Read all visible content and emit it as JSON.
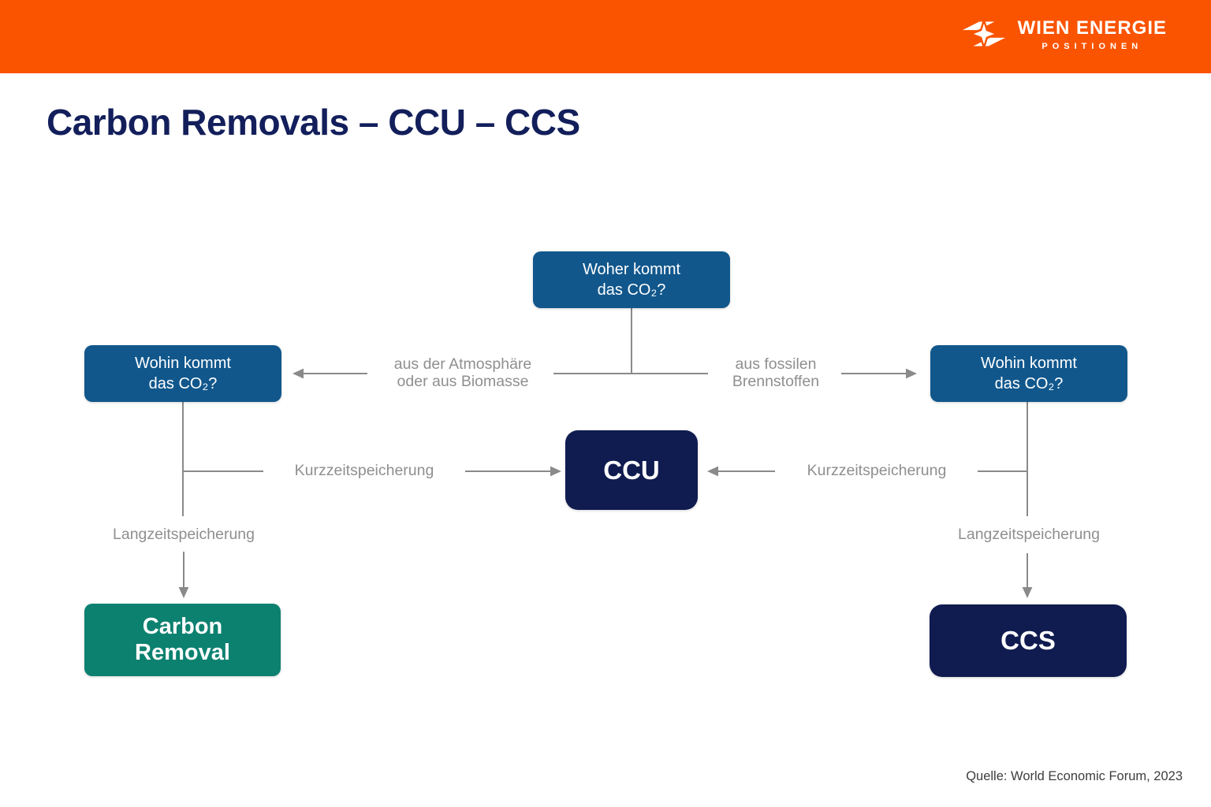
{
  "header": {
    "brand": "WIEN ENERGIE",
    "brand_sub": "POSITIONEN",
    "bg_color": "#FA5400"
  },
  "page": {
    "title": "Carbon Removals – CCU – CCS",
    "title_color": "#131F5B",
    "source": "Quelle: World Economic Forum, 2023"
  },
  "diagram": {
    "colors": {
      "question_box": "#11578C",
      "navy_box": "#101C50",
      "teal_box": "#0C8170",
      "connector_gray": "#8A8A8A",
      "label_gray": "#8F8F8F"
    },
    "nodes": {
      "woher": {
        "line1": "Woher kommt",
        "line2": "das CO₂?"
      },
      "wohin_left": {
        "line1": "Wohin kommt",
        "line2": "das CO₂?"
      },
      "wohin_right": {
        "line1": "Wohin kommt",
        "line2": "das CO₂?"
      },
      "ccu": {
        "label": "CCU"
      },
      "carbon_removal": {
        "line1": "Carbon",
        "line2": "Removal"
      },
      "ccs": {
        "label": "CCS"
      }
    },
    "edge_labels": {
      "atmosphere": {
        "line1": "aus der Atmosphäre",
        "line2": "oder aus Biomasse"
      },
      "fossil": {
        "line1": "aus fossilen",
        "line2": "Brennstoffen"
      },
      "kurz_left": "Kurzzeitspeicherung",
      "kurz_right": "Kurzzeitspeicherung",
      "lang_left": "Langzeitspeicherung",
      "lang_right": "Langzeitspeicherung"
    }
  }
}
